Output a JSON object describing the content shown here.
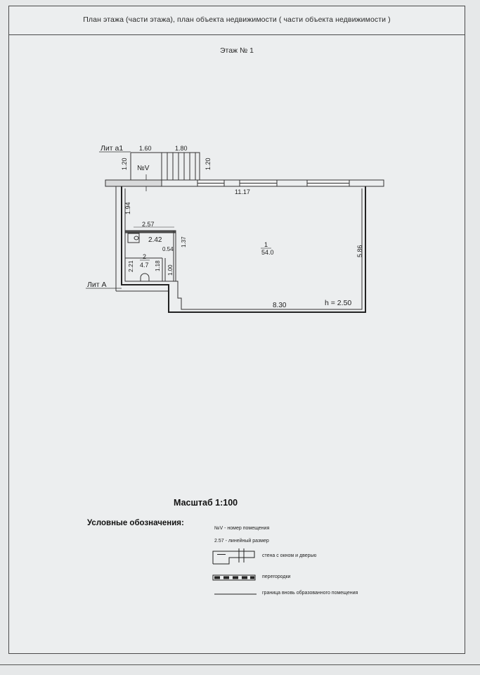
{
  "sheet": {
    "title": "План этажа (части этажа), план объекта недвижимости ( части объекта недвижимости )",
    "floor_title": "Этаж № 1"
  },
  "plan": {
    "lit_a1": "Лит а1",
    "lit_a": "Лит А",
    "room_number_v": "№V",
    "dims": {
      "porch_width": "1.60",
      "stairs_width": "1.80",
      "porch_depth_left": "1.20",
      "porch_depth_right": "1.20",
      "total_width": "11.17",
      "left_upper": "1.94",
      "wc_width": "2.57",
      "wc_depth": "1.37",
      "wc_inner": "2.42",
      "wall_054": "0.54",
      "left_lower": "2.21",
      "door_100": "1.00",
      "door_118": "1.18",
      "right_height": "5.86",
      "bottom_width": "8.30",
      "ceiling_height": "h = 2.50"
    },
    "rooms": [
      {
        "number": "1",
        "area": "54.0"
      },
      {
        "number": "2",
        "area": "4.7"
      }
    ]
  },
  "scale": "Масштаб 1:100",
  "legend": {
    "title": "Условные обозначения:",
    "items": [
      "№V - номер помещения",
      "2.57 - линейный размер",
      "стена с окном и  дверью",
      "перегородки",
      "граница вновь образованного помещения"
    ]
  }
}
